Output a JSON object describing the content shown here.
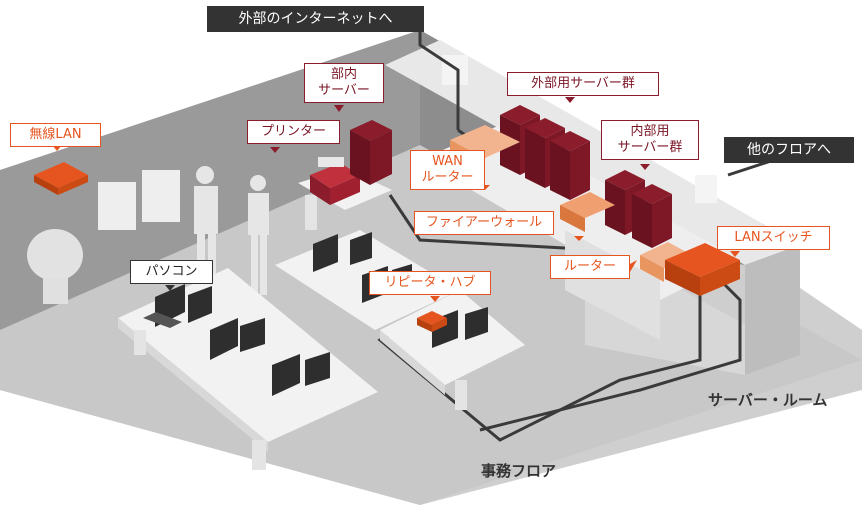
{
  "labels": {
    "internet": "外部のインターネットへ",
    "other_floor": "他のフロアへ",
    "internal_server": [
      "部内",
      "サーバー"
    ],
    "printer": "プリンター",
    "wireless_lan": "無線LAN",
    "external_servers": "外部用サーバー群",
    "internal_servers": [
      "内部用",
      "サーバー群"
    ],
    "wan_router": [
      "WAN",
      "ルーター"
    ],
    "firewall": "ファイアーウォール",
    "router": "ルーター",
    "lan_switch": "LANスイッチ",
    "repeater_hub": "リピータ・ハブ",
    "pc": "パソコン"
  },
  "rooms": {
    "server_room": "サーバー・ルーム",
    "office_floor": "事務フロア"
  },
  "colors": {
    "accent_red": "#8a1c2b",
    "accent_orange": "#e6551f",
    "dark": "#333333"
  }
}
